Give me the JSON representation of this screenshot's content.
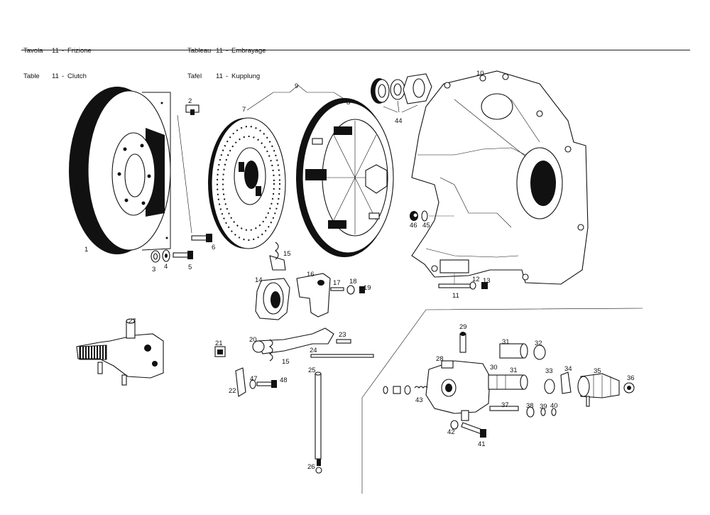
{
  "header": {
    "left": [
      {
        "word": "Tavola",
        "num": "11",
        "dash": "-",
        "name": "Frizione"
      },
      {
        "word": "Table",
        "num": "11",
        "dash": "-",
        "name": "Clutch"
      }
    ],
    "right": [
      {
        "word": "Tableau",
        "num": "11",
        "dash": "-",
        "name": "Embrayage"
      },
      {
        "word": "Tafel",
        "num": "11",
        "dash": "-",
        "name": "Kupplung"
      }
    ]
  },
  "callouts": [
    "1",
    "2",
    "3",
    "4",
    "5",
    "6",
    "7",
    "8",
    "9",
    "10",
    "11",
    "12",
    "13",
    "14",
    "15",
    "15",
    "16",
    "17",
    "18",
    "19",
    "20",
    "21",
    "22",
    "23",
    "24",
    "25",
    "26",
    "27",
    "28",
    "29",
    "30",
    "31",
    "31",
    "32",
    "33",
    "34",
    "35",
    "36",
    "37",
    "38",
    "39",
    "40",
    "41",
    "42",
    "43",
    "44",
    "45",
    "46",
    "47",
    "48"
  ]
}
